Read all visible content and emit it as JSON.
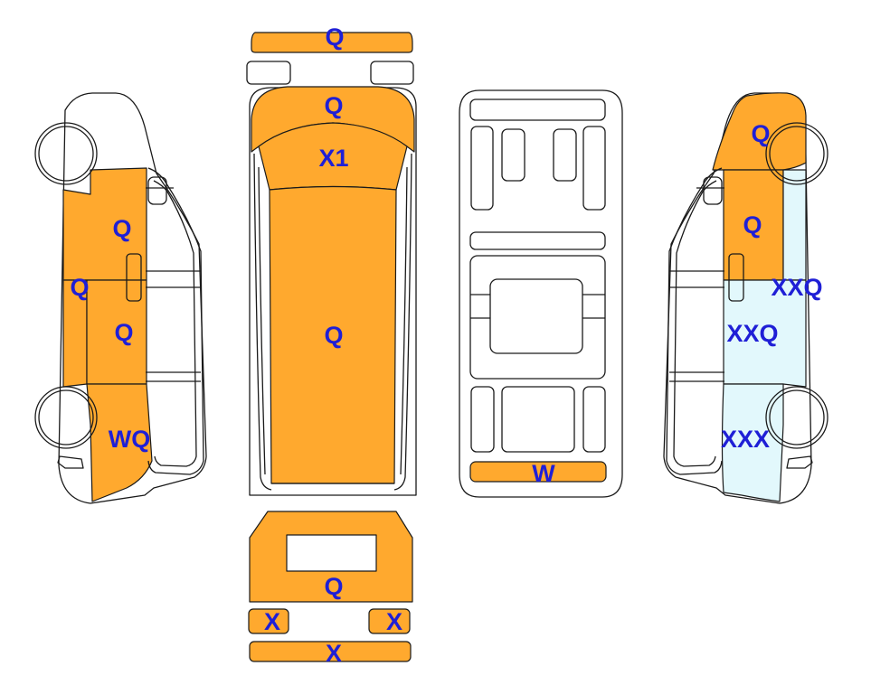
{
  "colors": {
    "panel_q": "#FFA92E",
    "panel_x": "#E2F8FC",
    "body": "#FFFFFF",
    "outline": "#1A1A1A",
    "label": "#1F1FD6"
  },
  "labels": {
    "roof_visor": "Q",
    "bonnet": "Q",
    "windscreen_area": "X1",
    "roof": "Q",
    "left_front_door": "Q",
    "left_sill": "Q",
    "left_rear_panel": "Q",
    "left_rear_wheel_arch": "WQ",
    "underbody_rear": "W",
    "right_front_wing": "Q",
    "right_front_door": "Q",
    "right_sill": "XXQ",
    "right_rear_panel": "XXQ",
    "right_rear_wheel_arch": "XXX",
    "rear_door": "Q",
    "rear_left_lamp": "X",
    "rear_right_lamp": "X",
    "rear_bumper": "X"
  }
}
